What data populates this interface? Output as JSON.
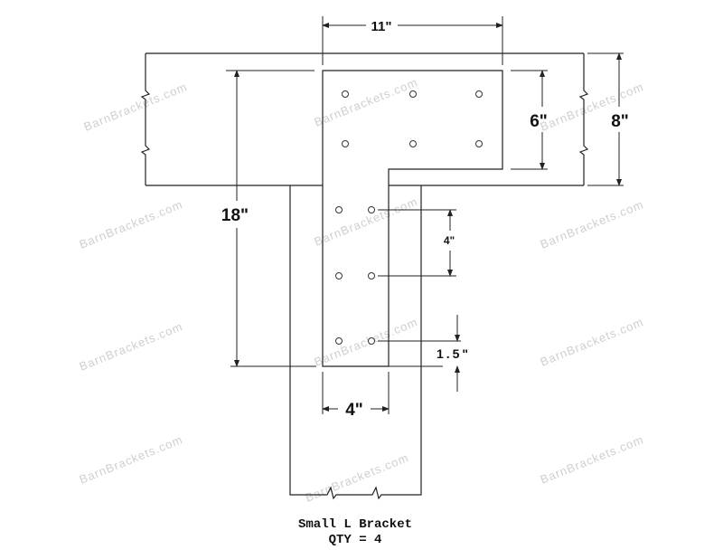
{
  "watermark": "BarnBrackets.com",
  "dimensions": {
    "bracket_width": "11\"",
    "bracket_top_height": "6\"",
    "beam_height": "8\"",
    "bracket_length": "18\"",
    "hole_spacing": "4\"",
    "hole_edge_distance": "1.5\"",
    "leg_width": "4\""
  },
  "title": {
    "name": "Small L Bracket",
    "qty": "QTY = 4"
  }
}
